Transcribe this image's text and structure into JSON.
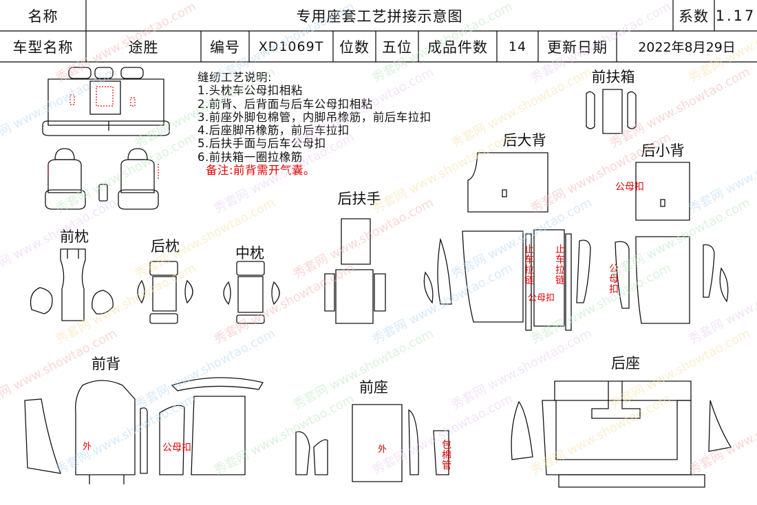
{
  "header": {
    "name_label": "名称",
    "title": "专用座套工艺拼接示意图",
    "coef_label": "系数",
    "coef_value": "1.17"
  },
  "info": {
    "model_label": "车型名称",
    "model_value": "途胜",
    "code_label": "编号",
    "code_value": "XD1069T",
    "seats_label": "位数",
    "seats_value": "五位",
    "count_label": "成品件数",
    "count_value": "14",
    "date_label": "更新日期",
    "date_value": "2022年8月29日"
  },
  "notes": {
    "heading": "缝纫工艺说明:",
    "items": [
      "1.头枕车公母扣相粘",
      "2.前背、后背面与后车公母扣相粘",
      "3.前座外脚包棉管，内脚吊橡筋，前后车拉扣",
      "4.后座脚吊橡筋，前后车拉扣",
      "5.后扶手面与后车公母扣",
      "6.前扶箱一圈拉橡筋"
    ],
    "remark": "备注:前背需开气囊。"
  },
  "parts": {
    "front_armbox": "前扶箱",
    "rear_big_back": "后大背",
    "rear_small_back": "后小背",
    "rear_armrest": "后扶手",
    "front_pillow": "前枕",
    "rear_pillow": "后枕",
    "middle_pillow": "中枕",
    "front_back": "前背",
    "front_seat": "前座",
    "rear_seat": "后座"
  },
  "annotations": {
    "snap_small_back": "公母扣",
    "zipper_left": "止车拉链",
    "zipper_right": "止车拉链",
    "snap_bottom": "公母扣",
    "snap_vertical": "公母扣",
    "outer_back": "外",
    "snap_front_back": "公母扣",
    "outer_seat": "外",
    "cotton_tube": "包棉管"
  },
  "watermark": {
    "brand": "秀套网",
    "url": "www.showtao.com"
  }
}
